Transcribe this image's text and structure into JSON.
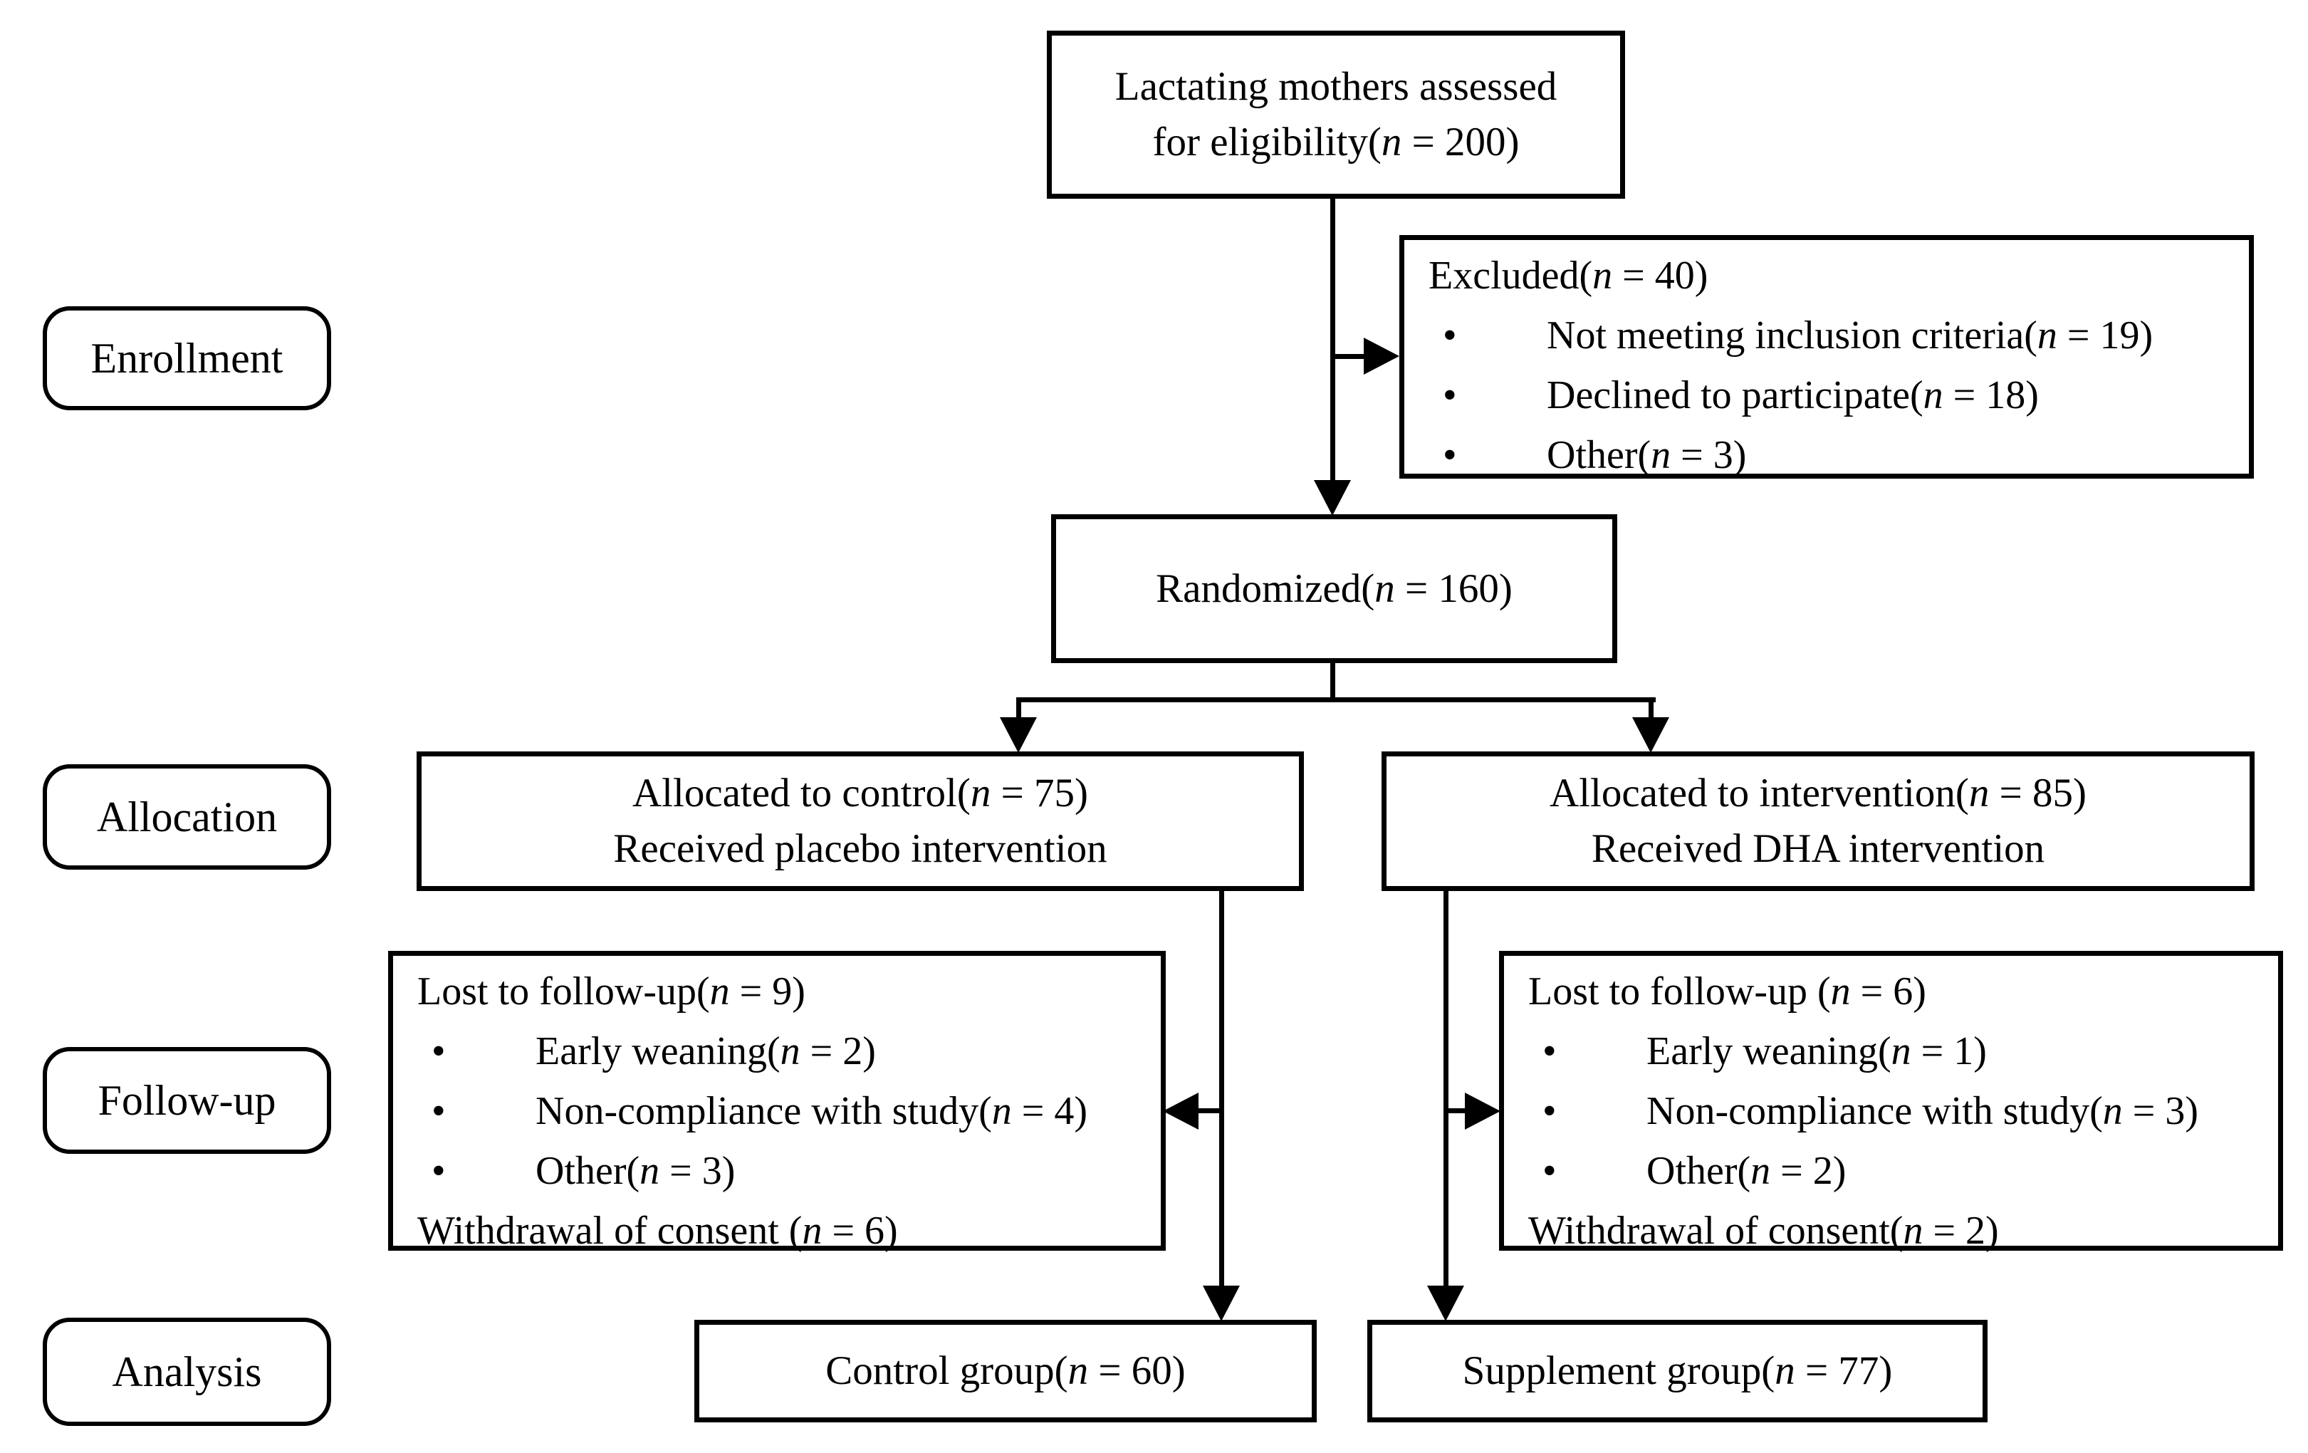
{
  "figure": {
    "type": "consort-flow-diagram",
    "background": "#ffffff",
    "line_color": "#000000",
    "text_color": "#000000",
    "bullet_glyph": "•",
    "stages": [
      {
        "label": "Enrollment"
      },
      {
        "label": "Allocation"
      },
      {
        "label": "Follow-up"
      },
      {
        "label": "Analysis"
      }
    ],
    "boxes": {
      "eligibility": {
        "lines": [
          "Lactating mothers assessed",
          "for eligibility(n = 200)"
        ]
      },
      "excluded": {
        "title": "Excluded(n = 40)",
        "items": [
          "Not meeting inclusion criteria(n = 19)",
          "Declined to participate(n = 18)",
          "Other(n = 3)"
        ]
      },
      "randomized": {
        "text": "Randomized(n = 160)"
      },
      "allocation_control": {
        "lines": [
          "Allocated to control(n = 75)",
          "Received placebo intervention"
        ]
      },
      "allocation_intervention": {
        "lines": [
          "Allocated to intervention(n = 85)",
          "Received DHA intervention"
        ]
      },
      "followup_control": {
        "title": "Lost to follow-up(n = 9)",
        "items": [
          "Early weaning(n = 2)",
          "Non-compliance with study(n = 4)",
          "Other(n = 3)"
        ],
        "footer": "Withdrawal of consent (n = 6)"
      },
      "followup_intervention": {
        "title": "Lost to follow-up (n = 6)",
        "items": [
          "Early weaning(n = 1)",
          "Non-compliance with study(n = 3)",
          "Other(n = 2)"
        ],
        "footer": "Withdrawal of consent(n = 2)"
      },
      "analysis_control": {
        "text": "Control group(n = 60)"
      },
      "analysis_supplement": {
        "text": "Supplement group(n = 77)"
      }
    }
  }
}
